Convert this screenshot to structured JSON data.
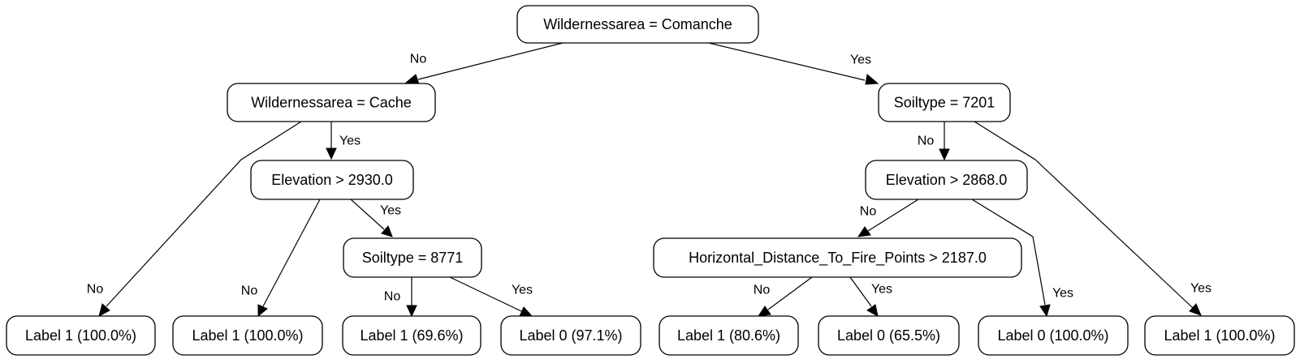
{
  "nodes": {
    "root": "Wildernessarea = Comanche",
    "cache": "Wildernessarea = Cache",
    "elev2930": "Elevation > 2930.0",
    "soil8771": "Soiltype = 8771",
    "soil7201": "Soiltype = 7201",
    "elev2868": "Elevation > 2868.0",
    "hdist": "Horizontal_Distance_To_Fire_Points > 2187.0",
    "leaf1": "Label 1 (100.0%)",
    "leaf2": "Label 1 (100.0%)",
    "leaf3": "Label 1 (69.6%)",
    "leaf4": "Label 0 (97.1%)",
    "leaf5": "Label 1 (80.6%)",
    "leaf6": "Label 0 (65.5%)",
    "leaf7": "Label 0 (100.0%)",
    "leaf8": "Label 1 (100.0%)"
  },
  "edges": {
    "root_cache": "No",
    "root_soil7201": "Yes",
    "cache_leaf1": "No",
    "cache_elev2930": "Yes",
    "elev2930_leaf2": "No",
    "elev2930_soil8771": "Yes",
    "soil8771_leaf3": "No",
    "soil8771_leaf4": "Yes",
    "soil7201_elev2868": "No",
    "soil7201_leaf8": "Yes",
    "elev2868_hdist": "No",
    "elev2868_leaf7": "Yes",
    "hdist_leaf5": "No",
    "hdist_leaf6": "Yes"
  }
}
